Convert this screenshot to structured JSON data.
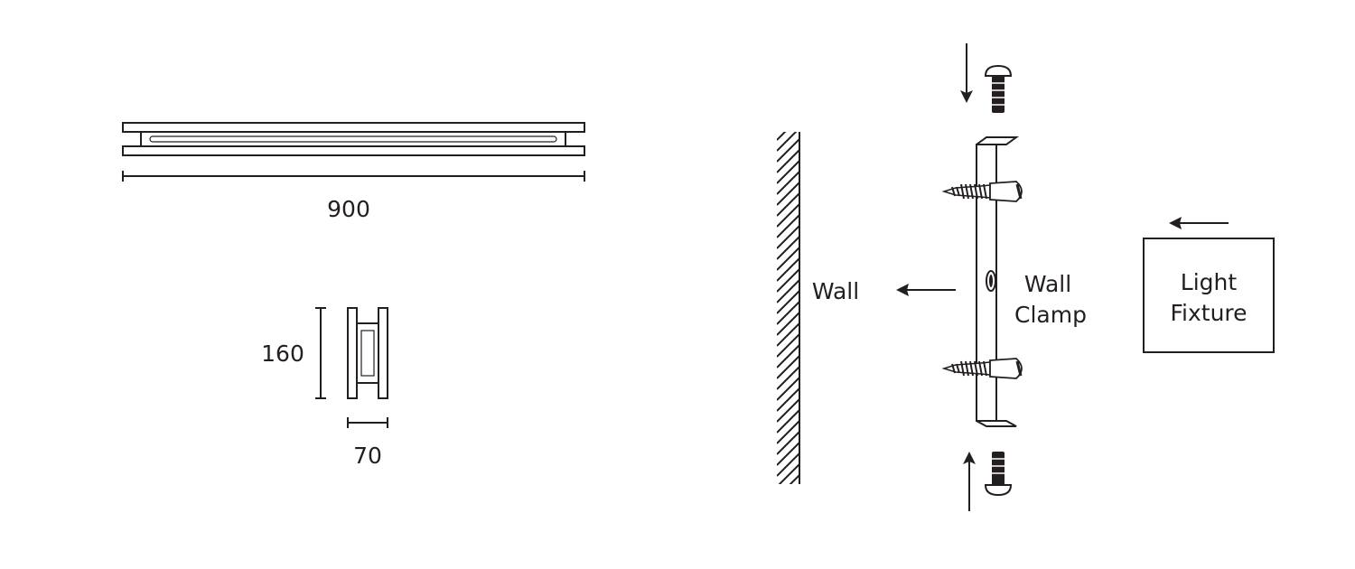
{
  "dimensions": {
    "length": "900",
    "height": "160",
    "width": "70"
  },
  "labels": {
    "wall": "Wall",
    "clamp_line1": "Wall",
    "clamp_line2": "Clamp",
    "fixture_line1": "Light",
    "fixture_line2": "Fixture"
  },
  "colors": {
    "ink": "#231f20",
    "background": "#ffffff"
  }
}
